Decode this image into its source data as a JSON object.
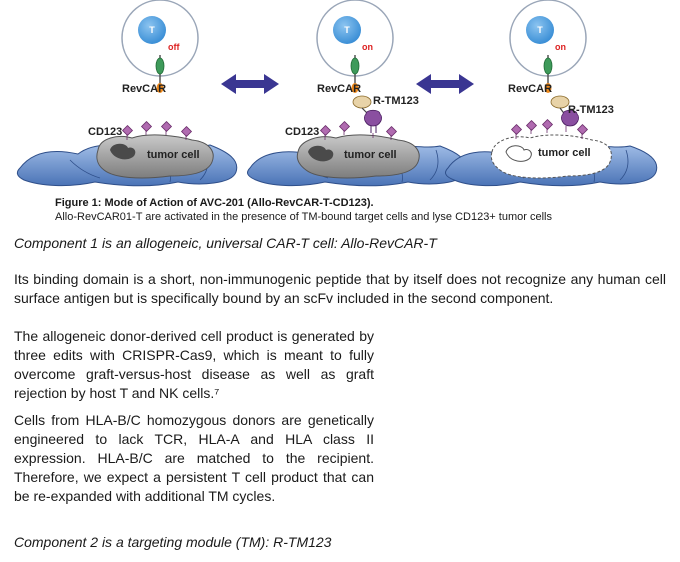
{
  "figure": {
    "cell_T_label": "T",
    "state_off": "off",
    "state_on": "on",
    "revcar_label": "RevCAR",
    "rtm_label": "R-TM123",
    "cd123_label": "CD123",
    "tumor_cell_label": "tumor cell",
    "colors": {
      "t_cell_nucleus": "#3b8fd6",
      "arrow": "#3a3692",
      "tissue": "#5b86c6",
      "tumor": "#8f8f8f",
      "antigen": "#b06bb0",
      "revcar_tag": "#f08a1c",
      "revcar_receptor": "#3e9a5a",
      "status_text": "#d22222"
    }
  },
  "caption": {
    "title": "Figure 1: Mode of Action of AVC-201 (Allo-RevCAR-T-CD123).",
    "text": "Allo-RevCAR01-T are activated in the presence of TM-bound target cells and lyse CD123+ tumor cells"
  },
  "component1_heading": "Component 1 is an allogeneic, universal CAR-T cell: Allo-RevCAR-T",
  "paragraph1": "Its binding domain is a short, non-immunogenic peptide that by itself does not recognize any human cell surface antigen but is specifically bound by an scFv included in the second component.",
  "paragraph2": "The allogeneic donor-derived cell product is generated by three edits with CRISPR-Cas9, which is meant to fully overcome graft-versus-host disease as well as graft rejection by host T and NK cells.⁷",
  "paragraph3": "Cells from HLA-B/C homozygous donors are genetically engineered to lack TCR, HLA-A and HLA class II expression. HLA-B/C are matched to the recipient. Therefore, we expect a persistent T cell product that can be re-expanded with additional TM cycles.",
  "component2_heading": "Component 2 is a targeting module (TM): R-TM123"
}
